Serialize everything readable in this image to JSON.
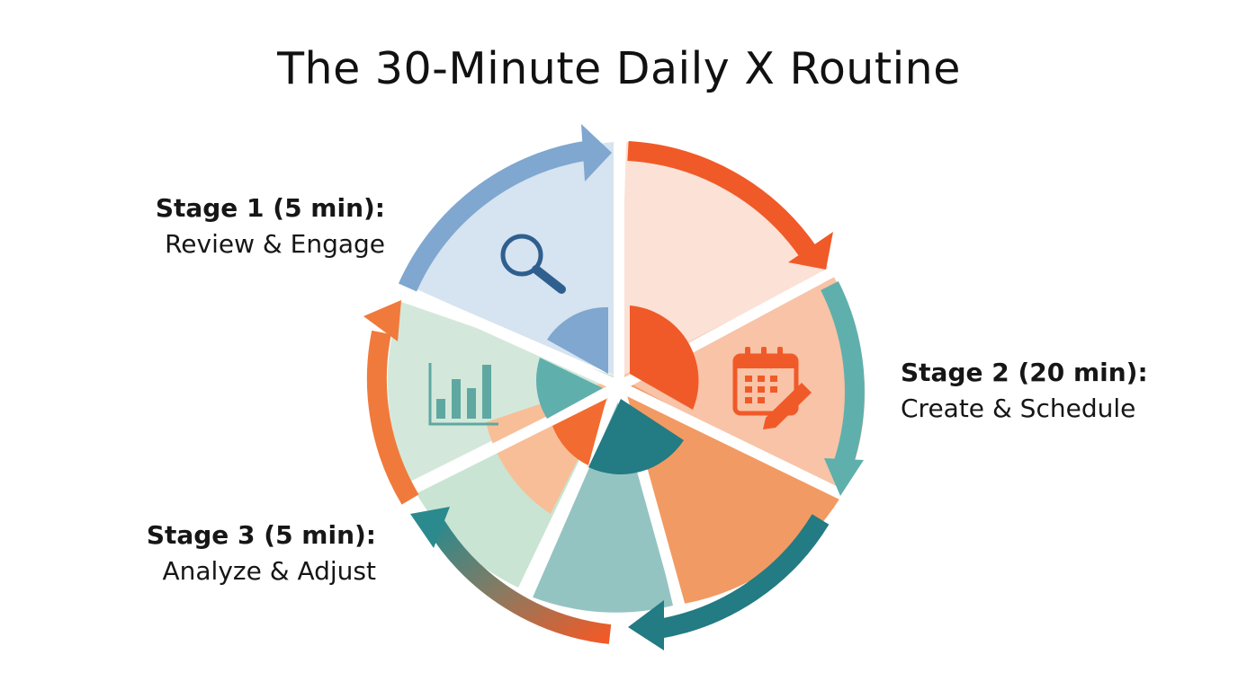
{
  "title": "The 30-Minute Daily X Routine",
  "stages": [
    {
      "heading": "Stage 1 (5 min):",
      "subtitle": "Review & Engage",
      "icon": "magnifier-icon",
      "color": "#7FA7CF"
    },
    {
      "heading": "Stage 2 (20 min):",
      "subtitle": "Create & Schedule",
      "icon": "calendar-pencil-icon",
      "color": "#F05A28"
    },
    {
      "heading": "Stage 3 (5 min):",
      "subtitle": "Analyze & Adjust",
      "icon": "bar-chart-icon",
      "color": "#2A8A8E"
    }
  ],
  "colors": {
    "blue": "#7FA7CF",
    "orange": "#F05A28",
    "teal": "#2A8A8E",
    "green": "#C9E4D2",
    "peach": "#F8C3A6"
  }
}
